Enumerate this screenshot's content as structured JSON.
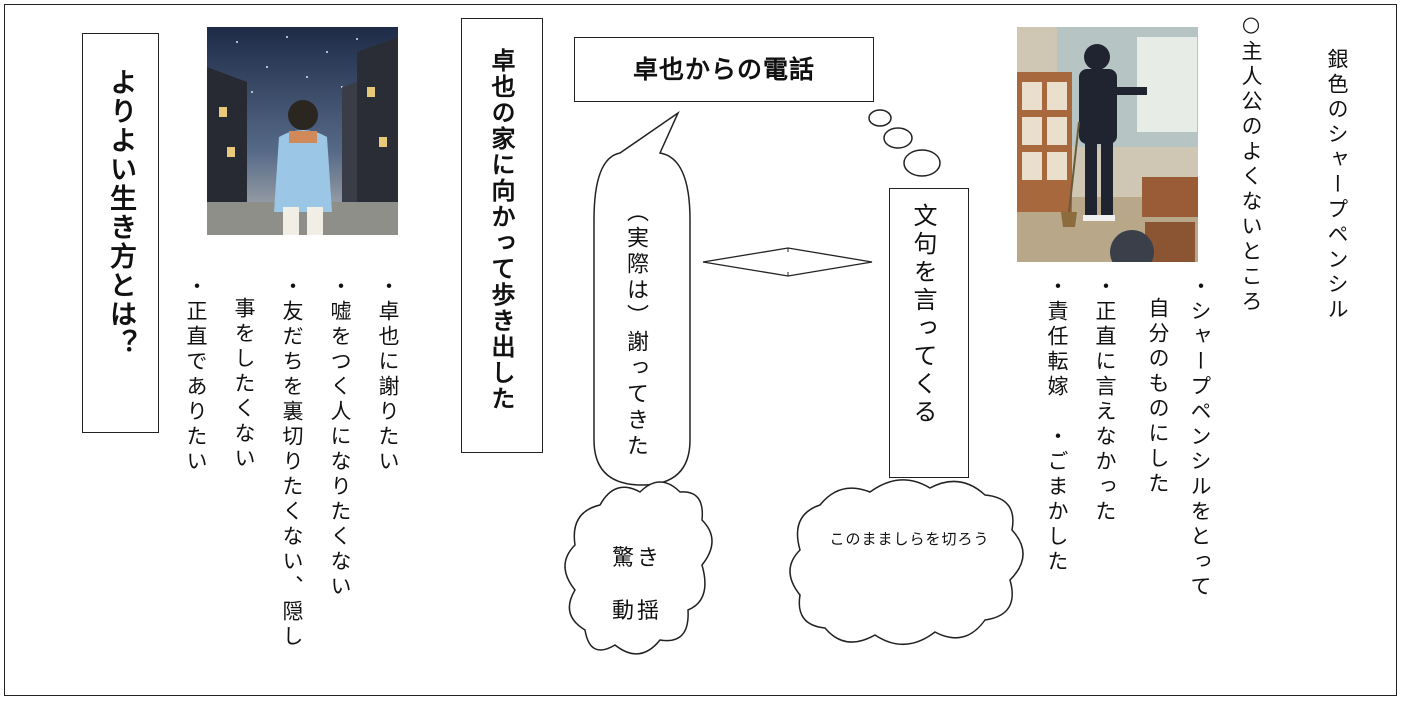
{
  "title": "銀色のシャープペンシル",
  "bad_points": {
    "heading": "○主人公のよくないところ",
    "lines": [
      "・シャープペンシルをとって",
      "自分のものにした",
      "・正直に言えなかった",
      "・責任転嫁　・ごまかした"
    ]
  },
  "phone_box": "卓也からの電話",
  "complaint_box": "文句を言ってくる",
  "thought_cloud": "このまましらを切ろう",
  "speech_bubble": "（実際は）謝ってきた",
  "surprise_cloud": {
    "line1": "驚き",
    "line2": "動揺"
  },
  "walk_box": "卓也の家に向かって歩き出した",
  "feelings": {
    "lines": [
      "・卓也に謝りたい",
      "・嘘をつく人になりたくない",
      "・友だちを裏切りたくない、隠し",
      "事をしたくない",
      "・正直でありたい"
    ]
  },
  "question_box": "よりよい生き方とは？"
}
